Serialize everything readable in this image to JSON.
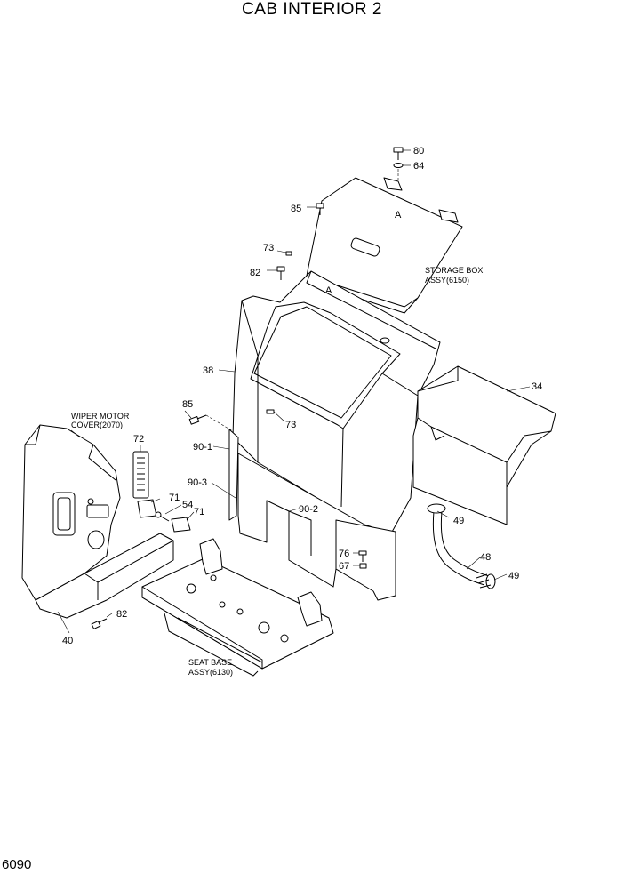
{
  "title": "CAB INTERIOR 2",
  "page_number": "6090",
  "labels": {
    "p80": "80",
    "p64": "64",
    "p85a": "85",
    "pA1": "A",
    "p73a": "73",
    "p82a": "82",
    "pA2": "A",
    "storage1": "STORAGE BOX",
    "storage2": "ASSY(6150)",
    "p38": "38",
    "p34": "34",
    "p85b": "85",
    "p73b": "73",
    "wiper1": "WIPER MOTOR",
    "wiper2": "COVER(2070)",
    "p72": "72",
    "p90_1": "90-1",
    "p90_3": "90-3",
    "p71a": "71",
    "p54": "54",
    "p71b": "71",
    "p90_2": "90-2",
    "p49a": "49",
    "p48": "48",
    "p49b": "49",
    "p76": "76",
    "p67": "67",
    "p82b": "82",
    "p40": "40",
    "seat1": "SEAT BASE",
    "seat2": "ASSY(6130)"
  }
}
